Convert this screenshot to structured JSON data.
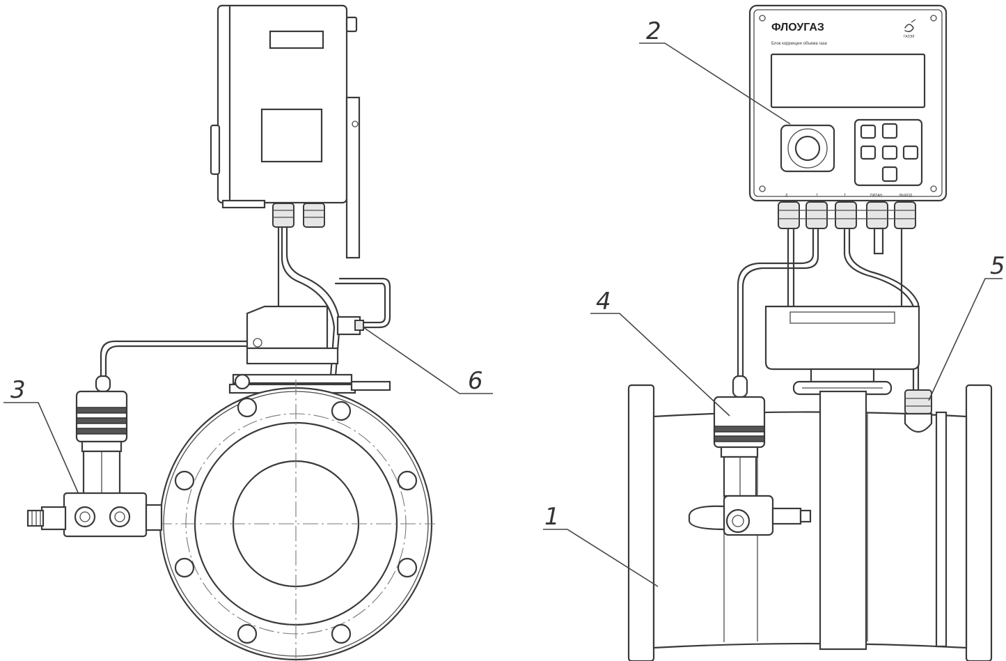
{
  "device": {
    "brand": "ФЛОУГАЗ",
    "subtitle": "Блок коррекции объема газа",
    "logo_caption": "ГАЗЭЛ",
    "port_labels": [
      "Д",
      "Т",
      "Т",
      "ПИТАН",
      "ВЫХОД"
    ]
  },
  "callouts": [
    {
      "id": "1",
      "label": "1"
    },
    {
      "id": "2",
      "label": "2"
    },
    {
      "id": "3",
      "label": "3"
    },
    {
      "id": "4",
      "label": "4"
    },
    {
      "id": "5",
      "label": "5"
    },
    {
      "id": "6",
      "label": "6"
    }
  ],
  "colors": {
    "line": "#3a3a3a",
    "background": "#ffffff"
  },
  "icons": [
    "keypad-button-icon",
    "optical-port-icon",
    "logo-icon"
  ]
}
